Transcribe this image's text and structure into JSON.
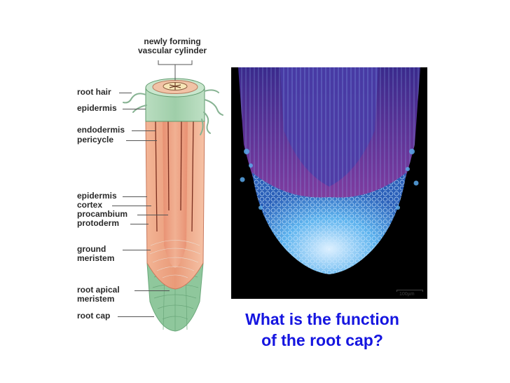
{
  "labels": {
    "newly_forming_line1": "newly forming",
    "newly_forming_line2": "vascular cylinder",
    "root_hair": "root hair",
    "epidermis_top": "epidermis",
    "endodermis": "endodermis",
    "pericycle": "pericycle",
    "epidermis_mid": "epidermis",
    "cortex": "cortex",
    "procambium": "procambium",
    "protoderm": "protoderm",
    "ground_line1": "ground",
    "ground_line2": "meristem",
    "apical_line1": "root apical",
    "apical_line2": "meristem",
    "root_cap": "root cap"
  },
  "micrograph": {
    "scale_label": "100µm"
  },
  "question": {
    "line1": "What is the function",
    "line2": "of the root cap?"
  },
  "colors": {
    "question_text": "#1515e0",
    "root_body": "#f0a888",
    "root_top": "#a9d4b3",
    "root_cap": "#8fc79c",
    "micrograph_bg": "#000000",
    "cells_blue": "#4fa8e8",
    "cells_purple": "#7a3aa8"
  }
}
